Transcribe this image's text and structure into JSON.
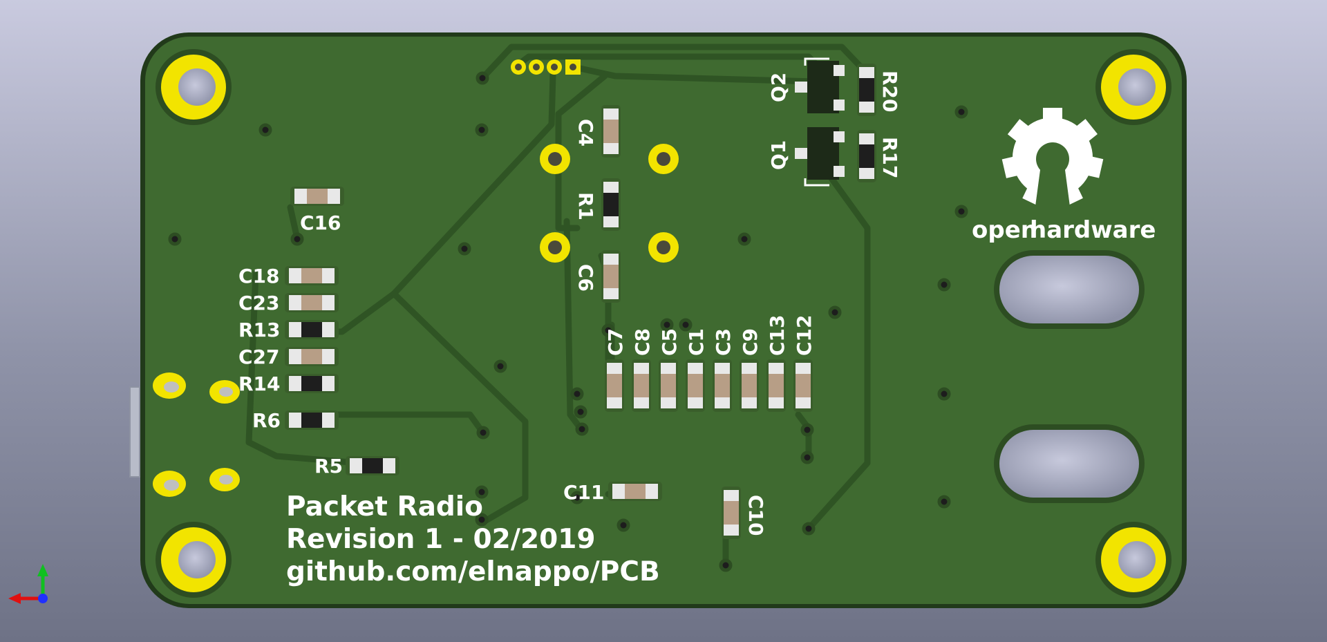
{
  "board": {
    "colors": {
      "background_top": "#c9cadf",
      "background_bottom": "#6e7286",
      "solder_mask": "#3f6a30",
      "trace": "#2f5424",
      "pad_gold": "#f2e400",
      "silkscreen": "#ffffff",
      "ceramic_capacitor": "#b79e86",
      "resistor_body": "#1e1e1e"
    },
    "references": {
      "C16": "C16",
      "C18": "C18",
      "C23": "C23",
      "R13": "R13",
      "C27": "C27",
      "R14": "R14",
      "R6": "R6",
      "R5": "R5",
      "C4": "C4",
      "R1": "R1",
      "C6": "C6",
      "C7": "C7",
      "C8": "C8",
      "C5": "C5",
      "C1": "C1",
      "C3": "C3",
      "C9": "C9",
      "C13": "C13",
      "C12": "C12",
      "C11": "C11",
      "C10": "C10",
      "Q1": "Q1",
      "Q2": "Q2",
      "R17": "R17",
      "R20": "R20"
    },
    "info_lines": {
      "line1": "Packet Radio",
      "line2": "Revision 1 - 02/2019",
      "line3": "github.com/elnappo/PCB"
    },
    "logo": {
      "icon": "open-hardware-gear-icon",
      "text_open": "open",
      "text_hardware": "hardware"
    }
  },
  "axis_gizmo": {
    "icon": "xyz-axes-icon",
    "colors": {
      "x": "#e01010",
      "y": "#10c020",
      "z": "#2030ff"
    }
  }
}
